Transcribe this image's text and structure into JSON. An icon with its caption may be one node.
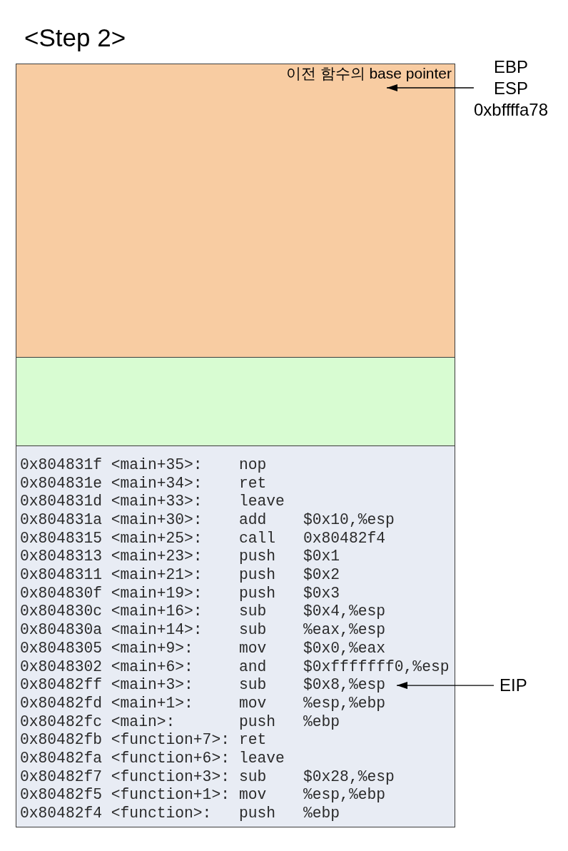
{
  "diagram": {
    "title": "<Step 2>",
    "nodes": [
      {
        "text": [],
        "shape": "box"
      },
      {
        "text": [
          "이전 함수의 base pointer"
        ],
        "in": 0
      },
      {
        "text": [
          "EBP",
          "ESP",
          "0xbffffa78"
        ]
      },
      {
        "text": [],
        "shape": "box"
      },
      {
        "text": [
          "0x804831f <main+35>:",
          "nop",
          "0x804831e <main+34>:",
          "ret",
          "0x804831d <main+33>:",
          "leave",
          "0x804831a <main+30>:",
          "add",
          "$0x10,%esp",
          "0x8048315 <main+25>:",
          "call",
          "0x80482f4",
          "0x8048313 <main+23>:",
          "push",
          "$0x1",
          "0x8048311 <main+21>:",
          "push",
          "$0x2",
          "0x804830f <main+19>:",
          "push",
          "$0x3",
          "0x804830c <main+16>:",
          "sub",
          "$0x4,%esp",
          "0x804830a <main+14>:",
          "sub",
          "%eax,%esp",
          "0x8048305 <main+9>:",
          "mov",
          "$0x0,%eax",
          "0x8048302 <main+6>:",
          "and",
          "$0xfffffff0,%esp",
          "0x80482fd <main+1>:",
          "mov",
          "%esp,%ebp",
          "0x80482fc <main>:",
          "push",
          "%ebp",
          "0x80482fb <function+7>:",
          "ret",
          "0x80482fa <function+6>:",
          "leave",
          "0x80482f7 <function+3>:",
          "sub",
          "$0x28,%esp",
          "0x80482f5 <function+1>:",
          "mov",
          "%esp,%ebp",
          "0x80482f4 <function>:",
          "push",
          "%ebp"
        ]
      },
      {
        "text": [
          "0x80482ff <main+3>:",
          "sub",
          "$0x8,%esp"
        ],
        "in": 4
      },
      {
        "text": [
          "EIP"
        ]
      }
    ],
    "edges": [
      {
        "from": 2,
        "to": 1,
        "arrow": "to"
      },
      {
        "from": 6,
        "to": 5,
        "arrow": "to"
      }
    ]
  }
}
